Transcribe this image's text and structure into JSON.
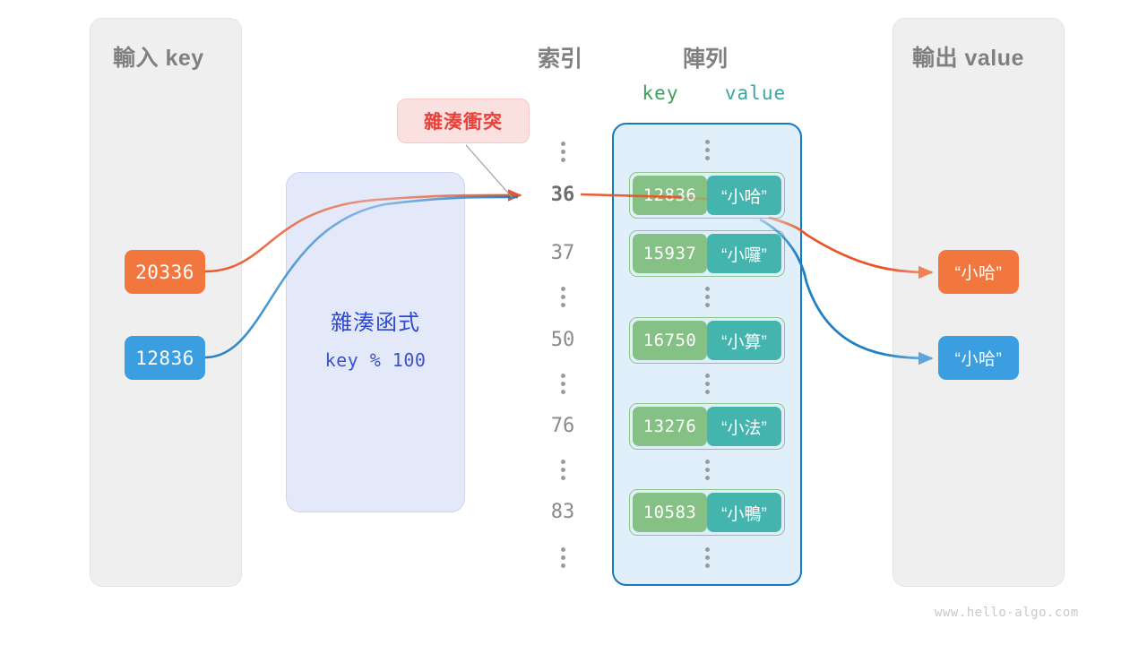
{
  "watermark": "www.hello-algo.com",
  "input": {
    "title": "輸入 key",
    "keys": [
      {
        "value": "20336",
        "color": "#f2773f"
      },
      {
        "value": "12836",
        "color": "#3b9ee0"
      }
    ]
  },
  "hash_function": {
    "name": "雜湊函式",
    "formula": "key % 100",
    "fill": "#e4e9fa",
    "text_color": "#2c47d0"
  },
  "collision": {
    "label": "雜湊衝突",
    "fill": "#fbe0e0",
    "text_color": "#e8403a"
  },
  "index_column": {
    "title": "索引",
    "entries": [
      {
        "type": "dots"
      },
      {
        "type": "index",
        "label": "36",
        "highlight": true
      },
      {
        "type": "index",
        "label": "37",
        "highlight": false
      },
      {
        "type": "dots"
      },
      {
        "type": "index",
        "label": "50",
        "highlight": false
      },
      {
        "type": "dots"
      },
      {
        "type": "index",
        "label": "76",
        "highlight": false
      },
      {
        "type": "dots"
      },
      {
        "type": "index",
        "label": "83",
        "highlight": false
      },
      {
        "type": "dots"
      }
    ]
  },
  "array": {
    "title": "陣列",
    "header": {
      "key": "key",
      "value": "value"
    },
    "key_color": "#85c184",
    "value_color": "#44b5ae",
    "container_fill": "#e1effa",
    "container_border": "#1778c4",
    "buckets": [
      {
        "key": "12836",
        "value": "“小哈”"
      },
      {
        "key": "15937",
        "value": "“小囉”"
      },
      {
        "key": "16750",
        "value": "“小算”"
      },
      {
        "key": "13276",
        "value": "“小法”"
      },
      {
        "key": "10583",
        "value": "“小鴨”"
      }
    ]
  },
  "output": {
    "title": "輸出 value",
    "values": [
      {
        "value": "“小哈”",
        "color": "#f2773f"
      },
      {
        "value": "“小哈”",
        "color": "#3b9ee0"
      }
    ]
  }
}
